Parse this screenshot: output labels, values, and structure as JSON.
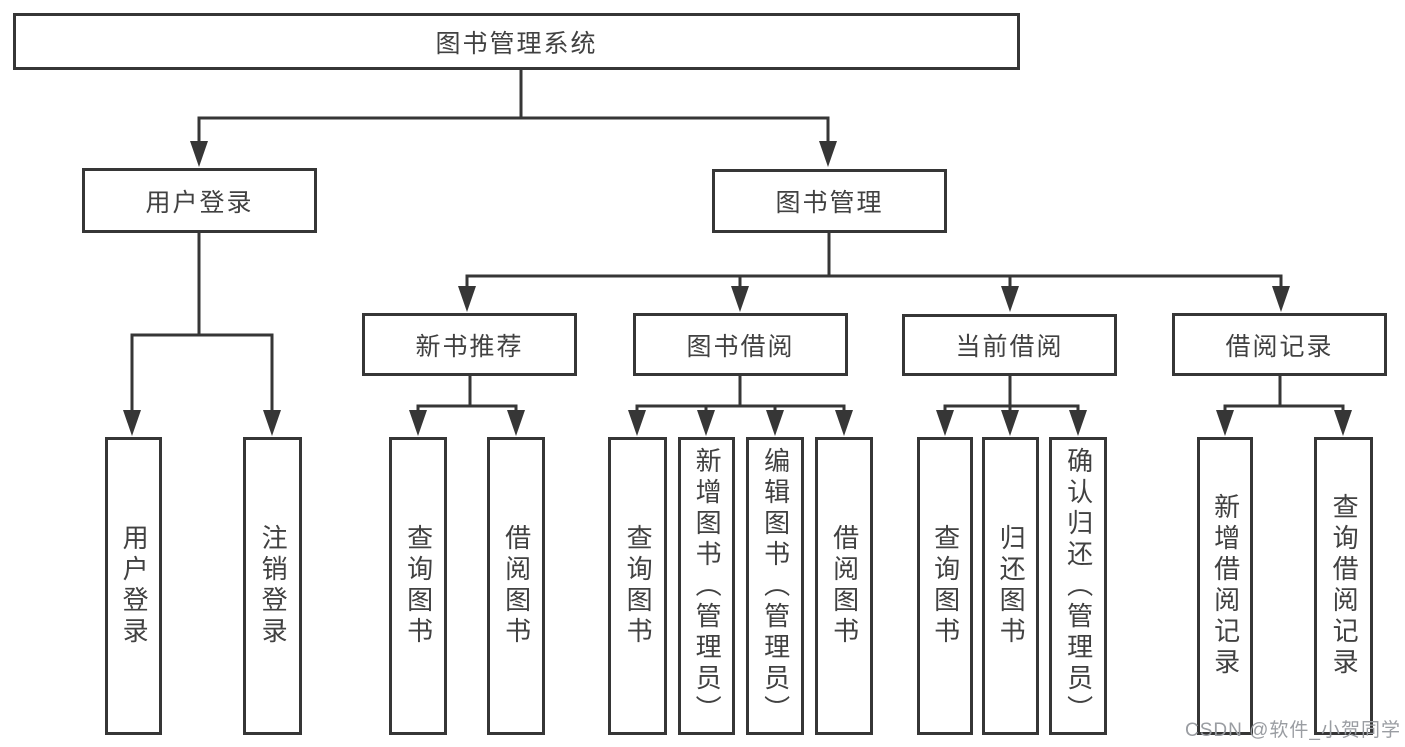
{
  "diagram": {
    "tree": {
      "label": "图书管理系统",
      "children": [
        {
          "label": "用户登录",
          "children": [
            {
              "label": "用户登录"
            },
            {
              "label": "注销登录"
            }
          ]
        },
        {
          "label": "图书管理",
          "children": [
            {
              "label": "新书推荐",
              "children": [
                {
                  "label": "查询图书"
                },
                {
                  "label": "借阅图书"
                }
              ]
            },
            {
              "label": "图书借阅",
              "children": [
                {
                  "label": "查询图书"
                },
                {
                  "label": "新增图书（管理员）"
                },
                {
                  "label": "编辑图书（管理员）"
                },
                {
                  "label": "借阅图书"
                }
              ]
            },
            {
              "label": "当前借阅",
              "children": [
                {
                  "label": "查询图书"
                },
                {
                  "label": "归还图书"
                },
                {
                  "label": "确认归还（管理员）"
                }
              ]
            },
            {
              "label": "借阅记录",
              "children": [
                {
                  "label": "新增借阅记录"
                },
                {
                  "label": "查询借阅记录"
                }
              ]
            }
          ]
        }
      ]
    },
    "watermark": "CSDN @软件_小贺同学",
    "colors": {
      "line": "#363636",
      "text": "#414141",
      "background": "#ffffff",
      "watermark": "#9a9da2"
    }
  }
}
